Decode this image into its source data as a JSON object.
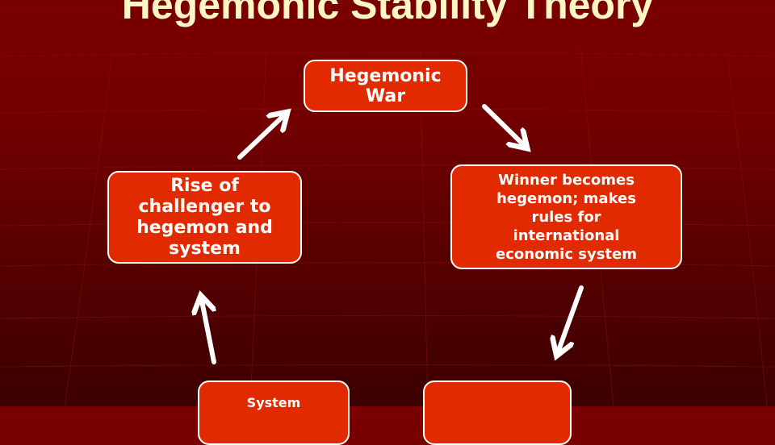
{
  "title": "Hegemonic Stability Theory",
  "colors": {
    "background": "#7a0000",
    "box_fill": "#e12a00",
    "box_border": "#ffffff",
    "title": "#fff6c4",
    "arrow": "#ffffff"
  },
  "nodes": [
    {
      "id": "hegemonic-war",
      "label": "Hegemonic War"
    },
    {
      "id": "winner",
      "label": "Winner becomes hegemon; makes rules for international economic system"
    },
    {
      "id": "rise",
      "label": "Rise of challenger to hegemon and system"
    },
    {
      "id": "system",
      "label": "System"
    },
    {
      "id": "bottom-right",
      "label": ""
    }
  ],
  "edges": [
    {
      "from": "hegemonic-war",
      "to": "winner"
    },
    {
      "from": "winner",
      "to": "bottom-right"
    },
    {
      "from": "system",
      "to": "rise"
    },
    {
      "from": "rise",
      "to": "hegemonic-war"
    }
  ]
}
